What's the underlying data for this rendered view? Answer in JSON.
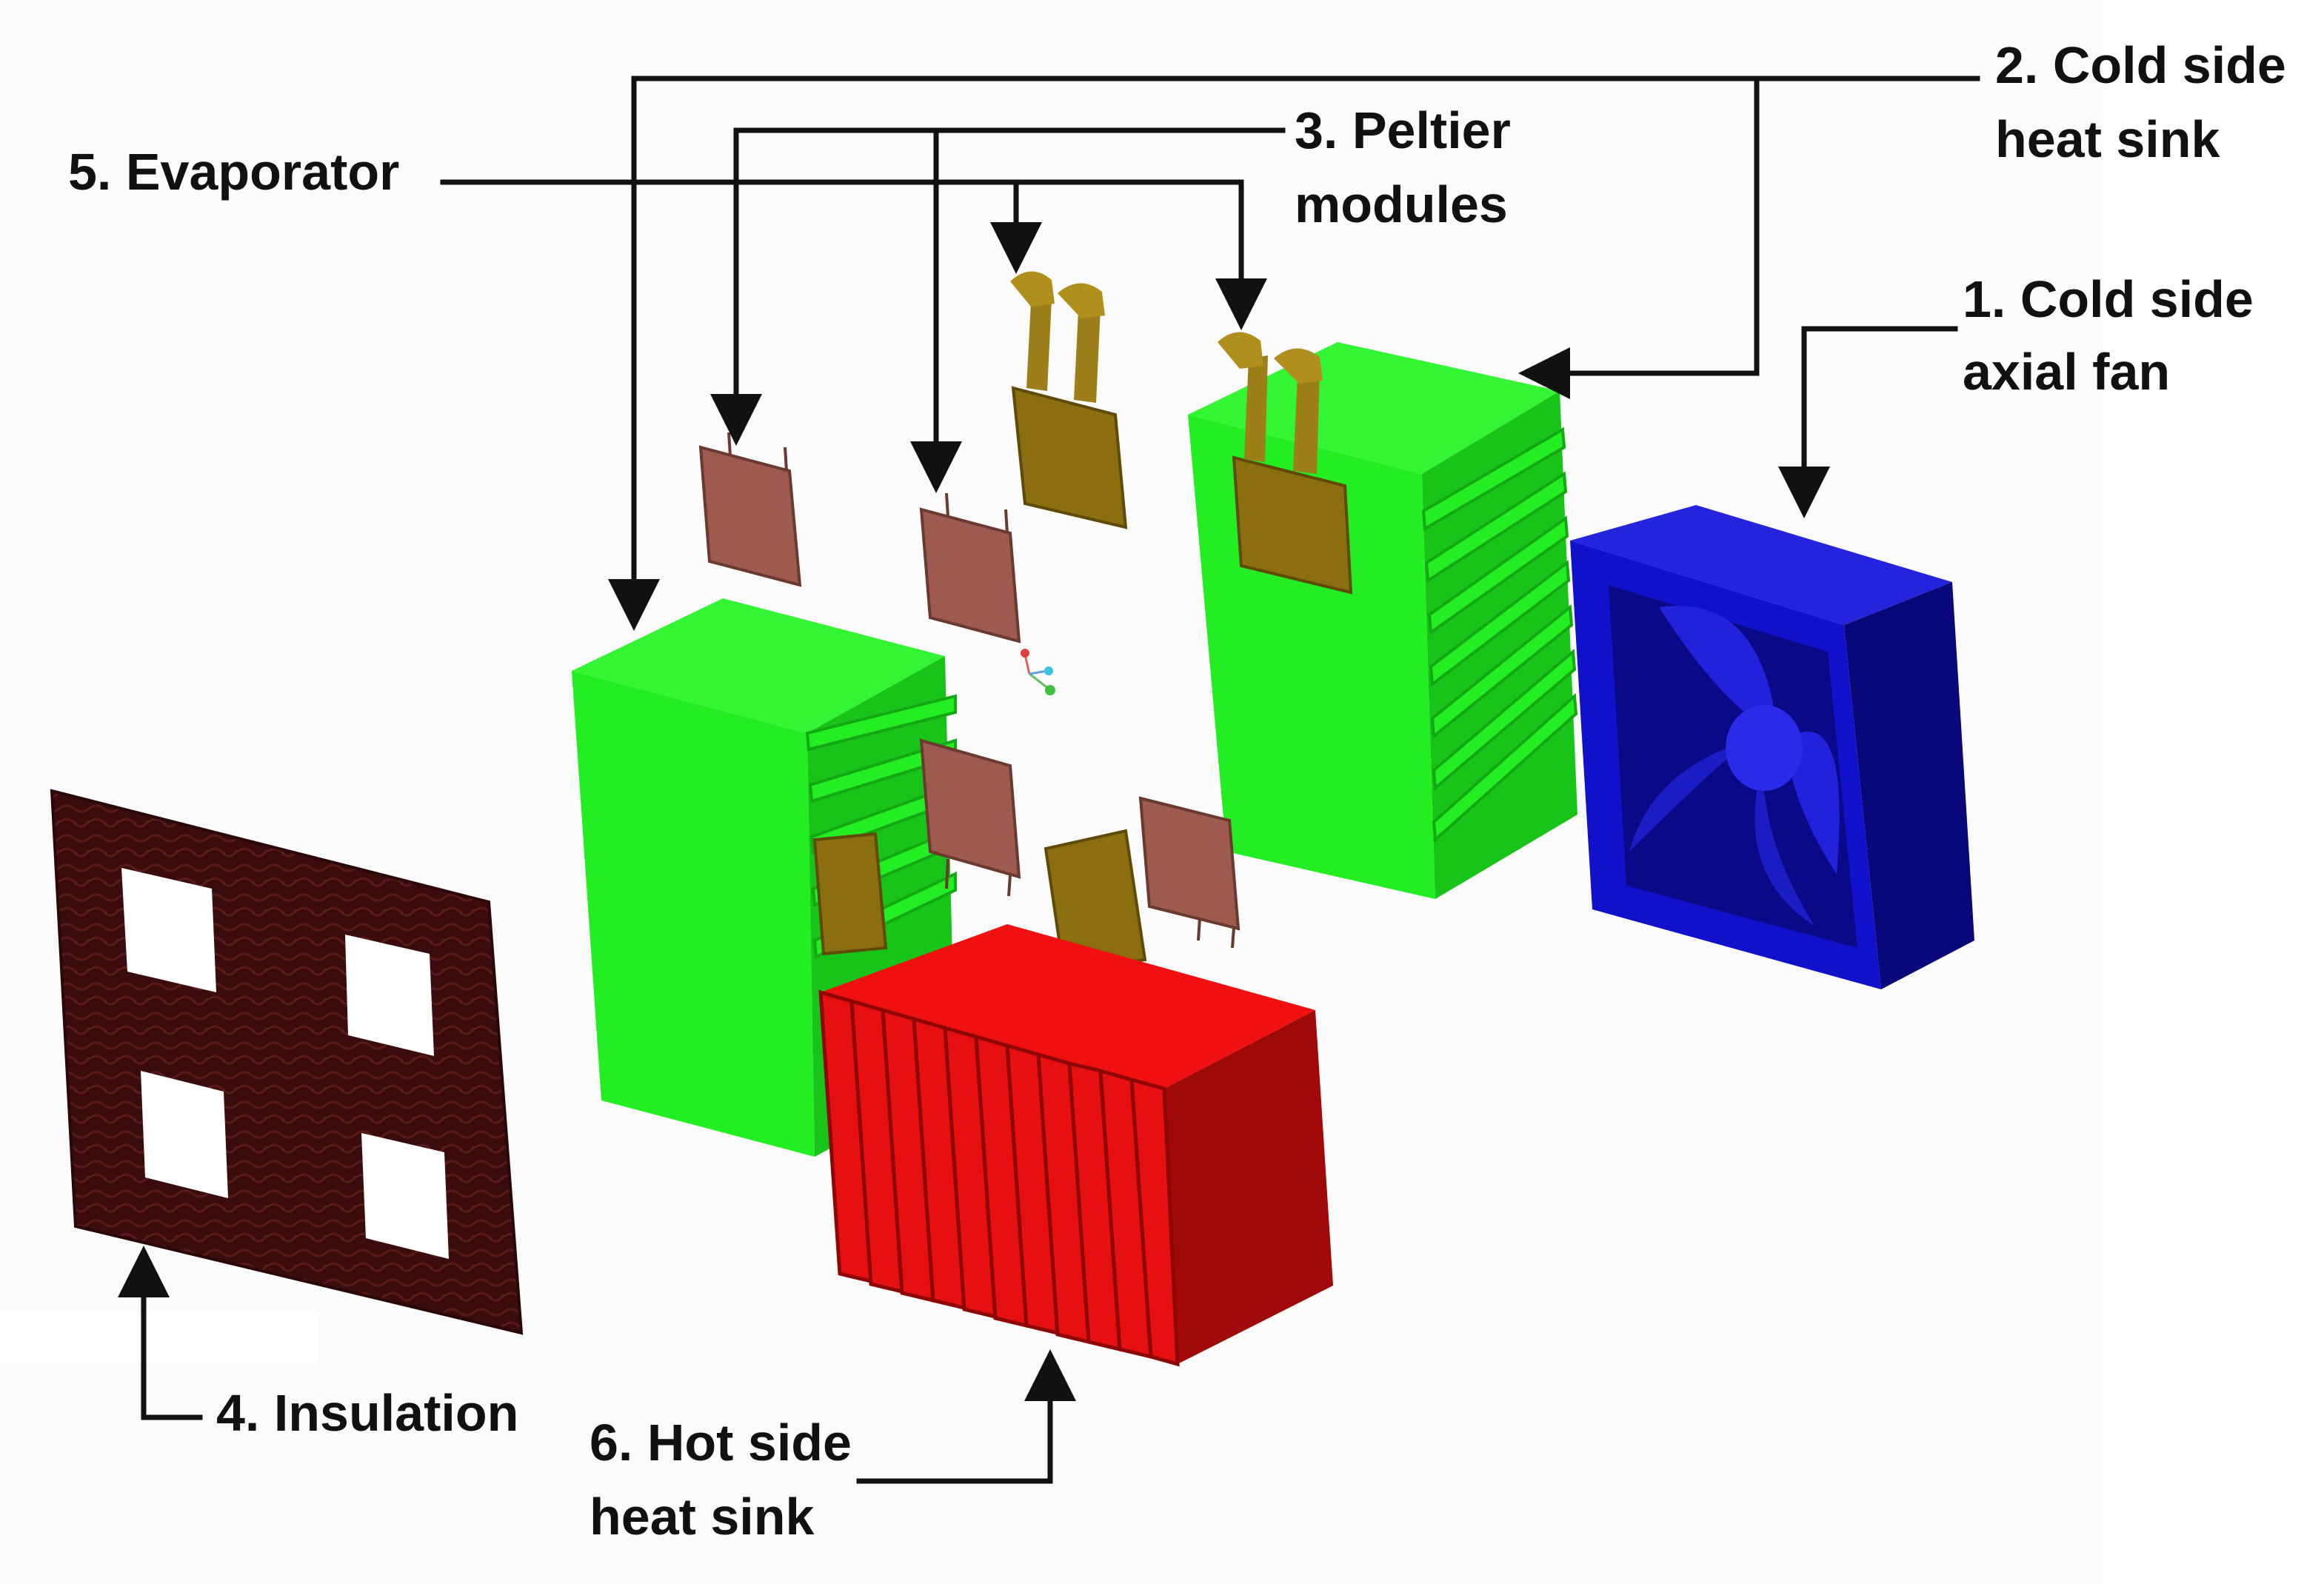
{
  "labels": {
    "cold_side_axial_fan": [
      "1. Cold side",
      "axial fan"
    ],
    "cold_side_heat_sink": [
      "2. Cold side",
      "heat sink"
    ],
    "peltier_modules": [
      "3. Peltier",
      "modules"
    ],
    "insulation": [
      "4. Insulation"
    ],
    "evaporator": [
      "5. Evaporator"
    ],
    "hot_side_heat_sink": [
      "6. Hot side",
      "heat sink"
    ]
  },
  "colors": {
    "background": "#fbfbfb",
    "cold_heat_sink": "#22ee22",
    "cold_heat_sink_dark": "#18c418",
    "hot_heat_sink": "#e61010",
    "hot_heat_sink_dark": "#a10808",
    "fan_frame": "#1111cc",
    "fan_dark": "#08087a",
    "peltier": "#9e5a4e",
    "evaporator": "#8a6e10",
    "insulation": "#3a0c0c",
    "leader_line": "#111111"
  }
}
